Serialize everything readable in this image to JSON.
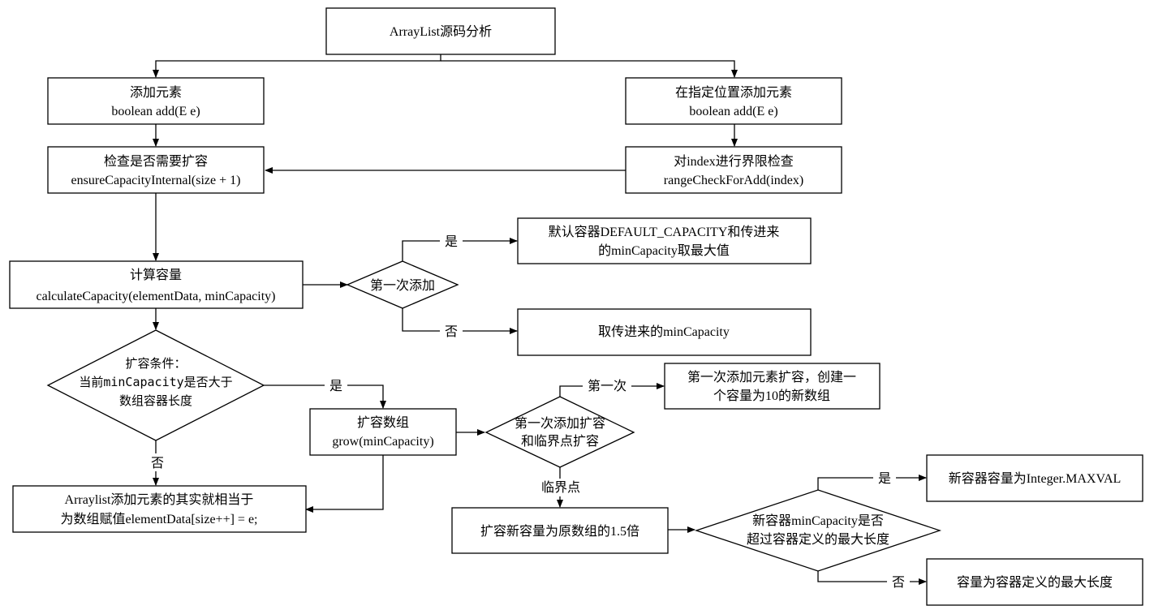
{
  "nodes": {
    "root": {
      "line1": "ArrayList源码分析"
    },
    "add": {
      "line1": "添加元素",
      "line2": "boolean add(E e)"
    },
    "add_index": {
      "line1": "在指定位置添加元素",
      "line2": "boolean add(E e)"
    },
    "ensure": {
      "line1": "检查是否需要扩容",
      "line2": "ensureCapacityInternal(size + 1)"
    },
    "range_check": {
      "line1": "对index进行界限检查",
      "line2": "rangeCheckForAdd(index)"
    },
    "calc": {
      "line1": "计算容量",
      "line2": "calculateCapacity(elementData, minCapacity)"
    },
    "first_add": {
      "line1": "第一次添加"
    },
    "default_max": {
      "line1": "默认容器DEFAULT_CAPACITY和传进来",
      "line2": "的minCapacity取最大值"
    },
    "take_min": {
      "line1": "取传进来的minCapacity"
    },
    "grow_cond": {
      "line1": "扩容条件：",
      "line2": "当前minCapacity是否大于",
      "line3": "数组容器长度"
    },
    "grow": {
      "line1": "扩容数组",
      "line2": "grow(minCapacity)"
    },
    "assign": {
      "line1": "Arraylist添加元素的其实就相当于",
      "line2": "为数组赋值elementData[size++] = e;"
    },
    "grow_type": {
      "line1": "第一次添加扩容",
      "line2": "和临界点扩容"
    },
    "first_grow": {
      "line1": "第一次添加元素扩容，创建一",
      "line2": "个容量为10的新数组"
    },
    "one_half": {
      "line1": "扩容新容量为原数组的1.5倍"
    },
    "max_check": {
      "line1": "新容器minCapacity是否",
      "line2": "超过容器定义的最大长度"
    },
    "maxval": {
      "line1": "新容器容量为Integer.MAXVAL"
    },
    "max_len": {
      "line1": "容量为容器定义的最大长度"
    }
  },
  "edge_labels": {
    "first_yes": "是",
    "first_no": "否",
    "cond_yes": "是",
    "cond_no": "否",
    "type_first": "第一次",
    "type_threshold": "临界点",
    "max_yes": "是",
    "max_no": "否"
  }
}
